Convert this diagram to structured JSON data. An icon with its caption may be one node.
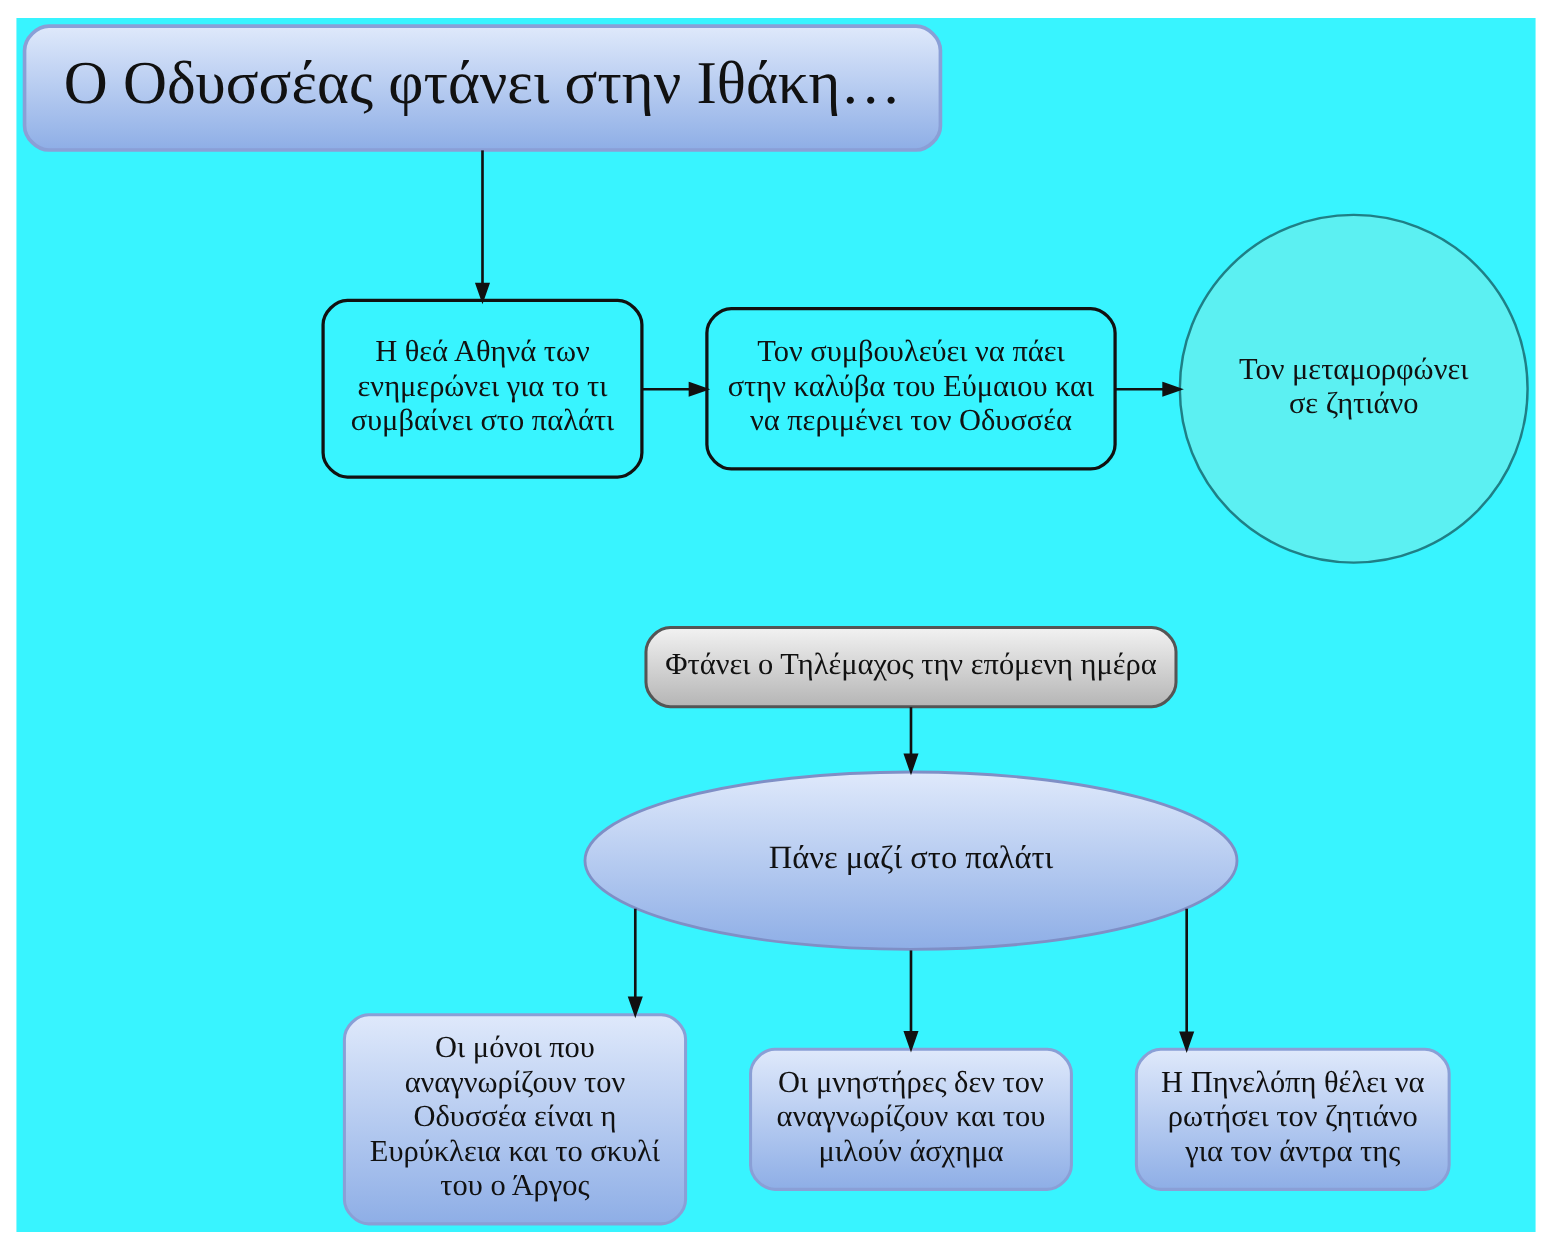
{
  "diagram": {
    "nodes": [
      {
        "text": [
          "Ο Οδυσσέας φτάνει στην Ιθάκη…"
        ]
      },
      {
        "text": [
          "Η θεά Αθηνά των ενημερώνει για το τι συμβαίνει στο παλάτι"
        ]
      },
      {
        "text": [
          "Τον συμβουλεύει να πάει στην καλύβα του Εύμαιου και να περιμένει τον Οδυσσέα"
        ]
      },
      {
        "text": [
          "Τον μεταμορφώνει σε ζητιάνο"
        ]
      },
      {
        "text": [
          "Φτάνει ο Τηλέμαχος την επόμενη ημέρα"
        ]
      },
      {
        "text": [
          "Πάνε μαζί στο παλάτι"
        ]
      },
      {
        "text": [
          "Οι μόνοι που αναγνωρίζουν τον Οδυσσέα είναι η Ευρύκλεια και το σκυλί του ο Άργος"
        ]
      },
      {
        "text": [
          "Οι μνηστήρες δεν τον αναγνωρίζουν και του μιλούν άσχημα"
        ]
      },
      {
        "text": [
          "Η Πηνελόπη θέλει να ρωτήσει τον ζητιάνο για τον άντρα της"
        ]
      }
    ],
    "edges": [
      {
        "from": 0,
        "to": 1,
        "arrow": "to"
      },
      {
        "from": 1,
        "to": 2,
        "arrow": "to"
      },
      {
        "from": 2,
        "to": 3,
        "arrow": "to"
      },
      {
        "from": 4,
        "to": 5,
        "arrow": "to"
      },
      {
        "from": 5,
        "to": 6,
        "arrow": "to"
      },
      {
        "from": 5,
        "to": 7,
        "arrow": "to"
      },
      {
        "from": 5,
        "to": 8,
        "arrow": "to"
      }
    ]
  }
}
